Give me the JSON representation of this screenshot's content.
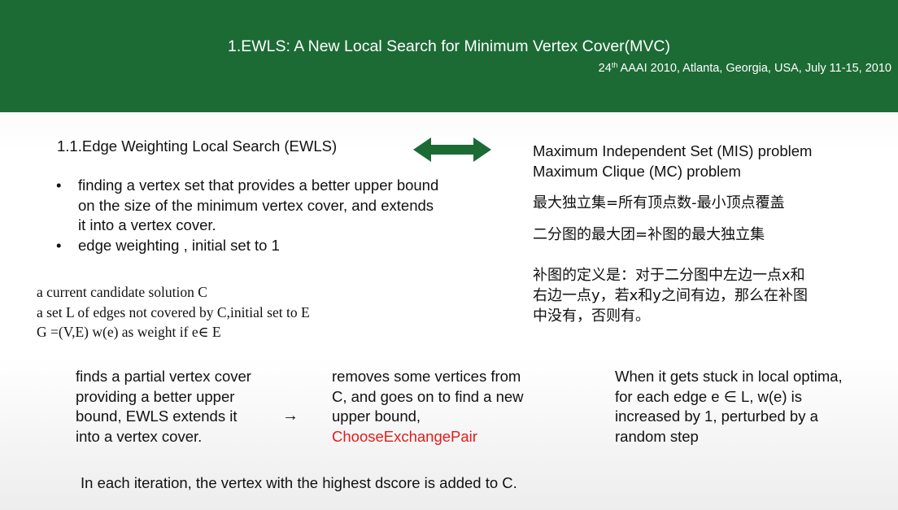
{
  "header": {
    "title": "1.EWLS: A New Local Search for Minimum Vertex Cover(MVC)",
    "conf_ordinal": "24",
    "conf_suffix": "th",
    "conf_rest": " AAAI 2010, Atlanta, Georgia, USA, July 11-15, 2010"
  },
  "left": {
    "section_title": "1.1.Edge Weighting Local Search (EWLS)",
    "bullets": [
      "finding a vertex set that provides a better upper bound on the size of the minimum vertex cover, and extends it into a vertex cover.",
      "edge weighting , initial set to 1"
    ],
    "definitions": [
      "a current candidate solution C",
      "a set L of edges not covered by C,initial set to E",
      "G =(V,E) w(e) as weight if e∈ E"
    ]
  },
  "right": {
    "problems": [
      "Maximum Independent Set (MIS) problem",
      "Maximum Clique (MC) problem"
    ],
    "cn_line1": "最大独立集=所有顶点数-最小顶点覆盖",
    "cn_line2": "二分图的最大团=补图的最大独立集",
    "cn_para": [
      "补图的定义是：对于二分图中左边一点x和",
      "右边一点y，若x和y之间有边，那么在补图",
      "中没有，否则有。"
    ]
  },
  "steps": {
    "step1": [
      "finds a partial vertex cover",
      "providing a better upper",
      "bound, EWLS extends it",
      "into a vertex cover."
    ],
    "arrow": "→",
    "step2": [
      "removes some vertices from",
      "C, and goes on to find a new",
      "upper bound,"
    ],
    "step2_highlight": "ChooseExchangePair",
    "step3": [
      "When it gets stuck in local optima,",
      "for each edge e ∈ L, w(e) is",
      "increased by 1, perturbed by a",
      "random step"
    ]
  },
  "footer": "In each iteration, the vertex with the highest dscore is added to C.",
  "colors": {
    "header_green": "#1c6b35",
    "arrow_green": "#1c6b35",
    "highlight_red": "#e31b1b"
  }
}
